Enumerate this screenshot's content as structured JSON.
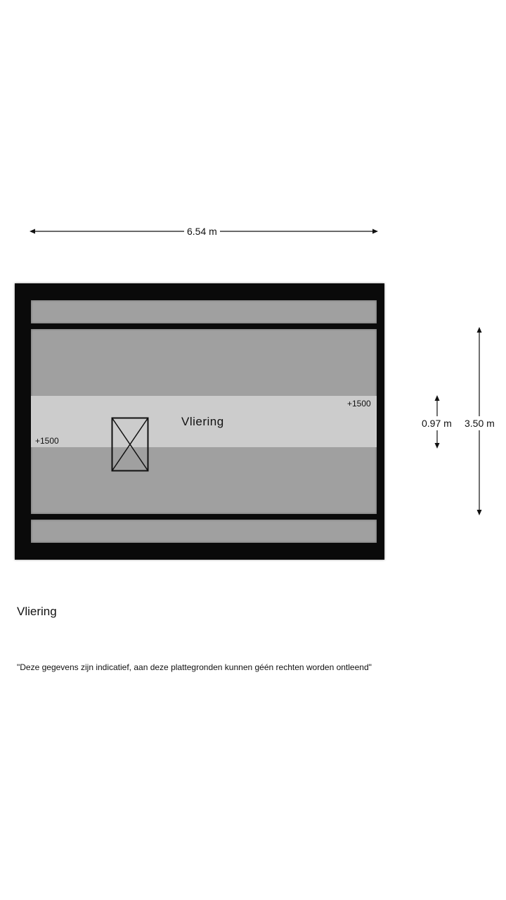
{
  "dimensions": {
    "width_label": "6.54 m",
    "height_label": "3.50 m",
    "headroom_label": "0.97 m"
  },
  "room": {
    "name": "Vliering",
    "elevation_right": "+1500",
    "elevation_left": "+1500"
  },
  "floor": {
    "title": "Vliering"
  },
  "disclaimer": "\"Deze gegevens zijn indicatief, aan deze plattegronden kunnen géén rechten worden ontleend\"",
  "colors": {
    "wall": "#0a0a0a",
    "floor_low": "#a0a0a0",
    "floor_headroom": "#cccccc"
  }
}
